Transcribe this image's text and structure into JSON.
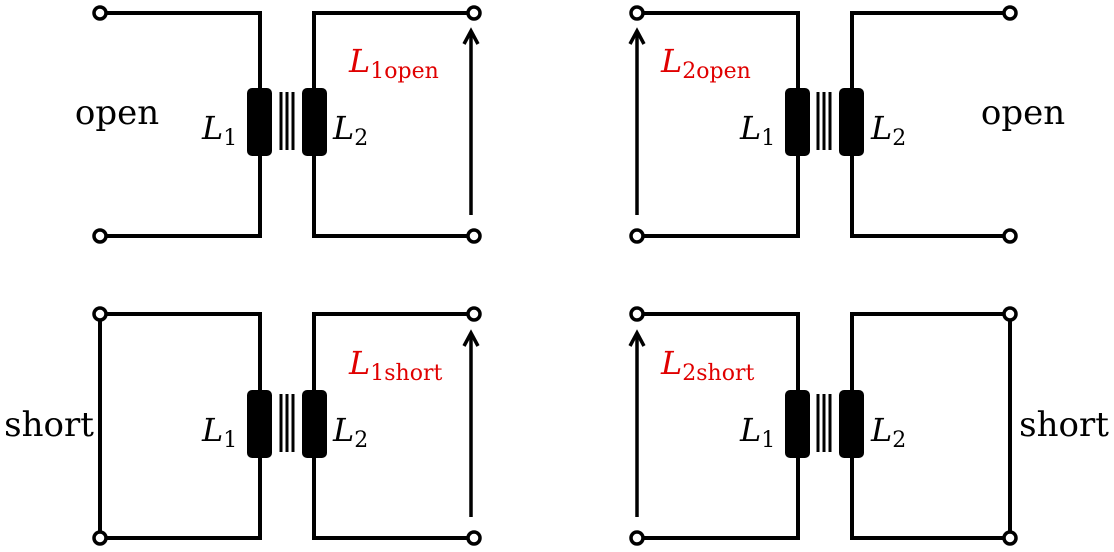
{
  "panels": [
    {
      "state": "open",
      "l1": {
        "letter": "L",
        "sub": "1"
      },
      "l2": {
        "letter": "L",
        "sub": "2"
      },
      "measure": {
        "letter": "L",
        "sub": "1open"
      }
    },
    {
      "state": "open",
      "l1": {
        "letter": "L",
        "sub": "1"
      },
      "l2": {
        "letter": "L",
        "sub": "2"
      },
      "measure": {
        "letter": "L",
        "sub": "2open"
      }
    },
    {
      "state": "short",
      "l1": {
        "letter": "L",
        "sub": "1"
      },
      "l2": {
        "letter": "L",
        "sub": "2"
      },
      "measure": {
        "letter": "L",
        "sub": "1short"
      }
    },
    {
      "state": "short",
      "l1": {
        "letter": "L",
        "sub": "1"
      },
      "l2": {
        "letter": "L",
        "sub": "2"
      },
      "measure": {
        "letter": "L",
        "sub": "2short"
      }
    }
  ],
  "colors": {
    "measure": "#e00000",
    "wire": "#000000"
  }
}
